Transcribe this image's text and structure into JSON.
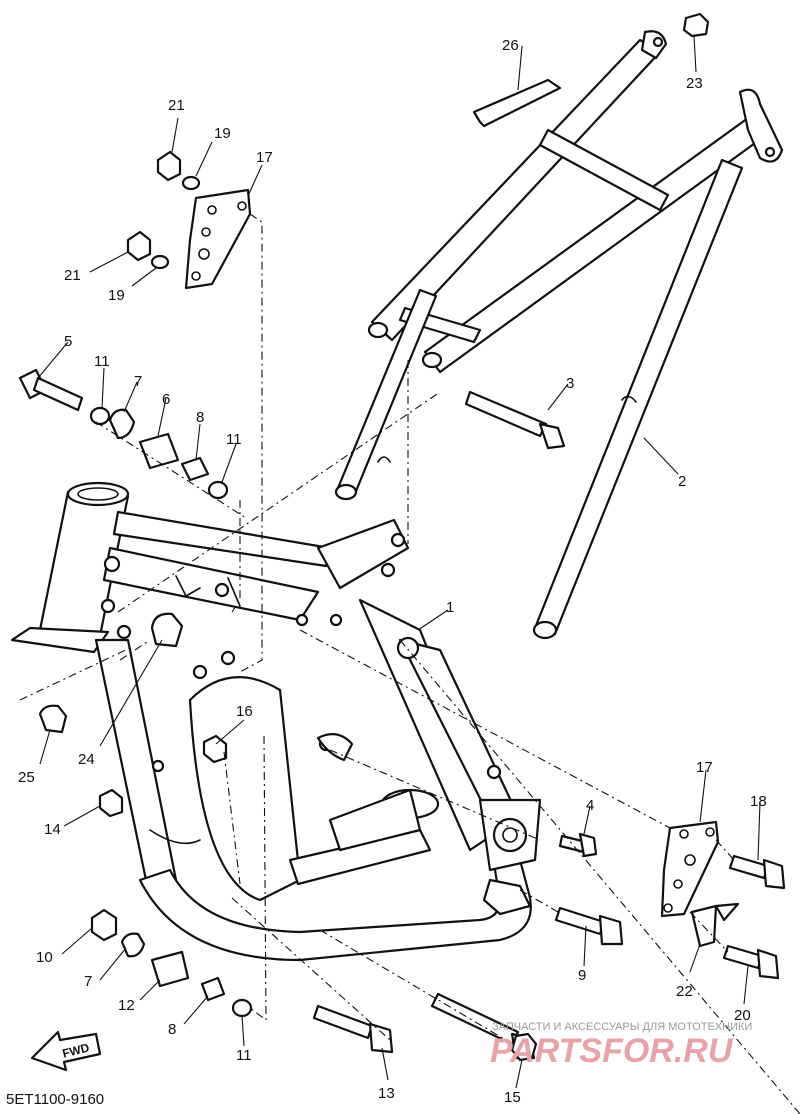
{
  "callouts": [
    {
      "id": "c1",
      "label": "1"
    },
    {
      "id": "c2",
      "label": "2"
    },
    {
      "id": "c3",
      "label": "3"
    },
    {
      "id": "c4",
      "label": "4"
    },
    {
      "id": "c5",
      "label": "5"
    },
    {
      "id": "c6",
      "label": "6"
    },
    {
      "id": "c7a",
      "label": "7"
    },
    {
      "id": "c7b",
      "label": "7"
    },
    {
      "id": "c8a",
      "label": "8"
    },
    {
      "id": "c8b",
      "label": "8"
    },
    {
      "id": "c9",
      "label": "9"
    },
    {
      "id": "c10",
      "label": "10"
    },
    {
      "id": "c11a",
      "label": "11"
    },
    {
      "id": "c11b",
      "label": "11"
    },
    {
      "id": "c11c",
      "label": "11"
    },
    {
      "id": "c12",
      "label": "12"
    },
    {
      "id": "c13",
      "label": "13"
    },
    {
      "id": "c14",
      "label": "14"
    },
    {
      "id": "c15",
      "label": "15"
    },
    {
      "id": "c16",
      "label": "16"
    },
    {
      "id": "c17a",
      "label": "17"
    },
    {
      "id": "c17b",
      "label": "17"
    },
    {
      "id": "c18",
      "label": "18"
    },
    {
      "id": "c19a",
      "label": "19"
    },
    {
      "id": "c19b",
      "label": "19"
    },
    {
      "id": "c20",
      "label": "20"
    },
    {
      "id": "c21a",
      "label": "21"
    },
    {
      "id": "c21b",
      "label": "21"
    },
    {
      "id": "c22",
      "label": "22"
    },
    {
      "id": "c23",
      "label": "23"
    },
    {
      "id": "c24",
      "label": "24"
    },
    {
      "id": "c25",
      "label": "25"
    },
    {
      "id": "c26",
      "label": "26"
    }
  ],
  "fwd_arrow": "FWD",
  "diagram_code": "5ET1100-9160",
  "watermark": {
    "caption": "ЗАПЧАСТИ И АКСЕССУАРЫ ДЛЯ МОТОТЕХНИКИ",
    "brand": "PARTSFOR.RU"
  }
}
